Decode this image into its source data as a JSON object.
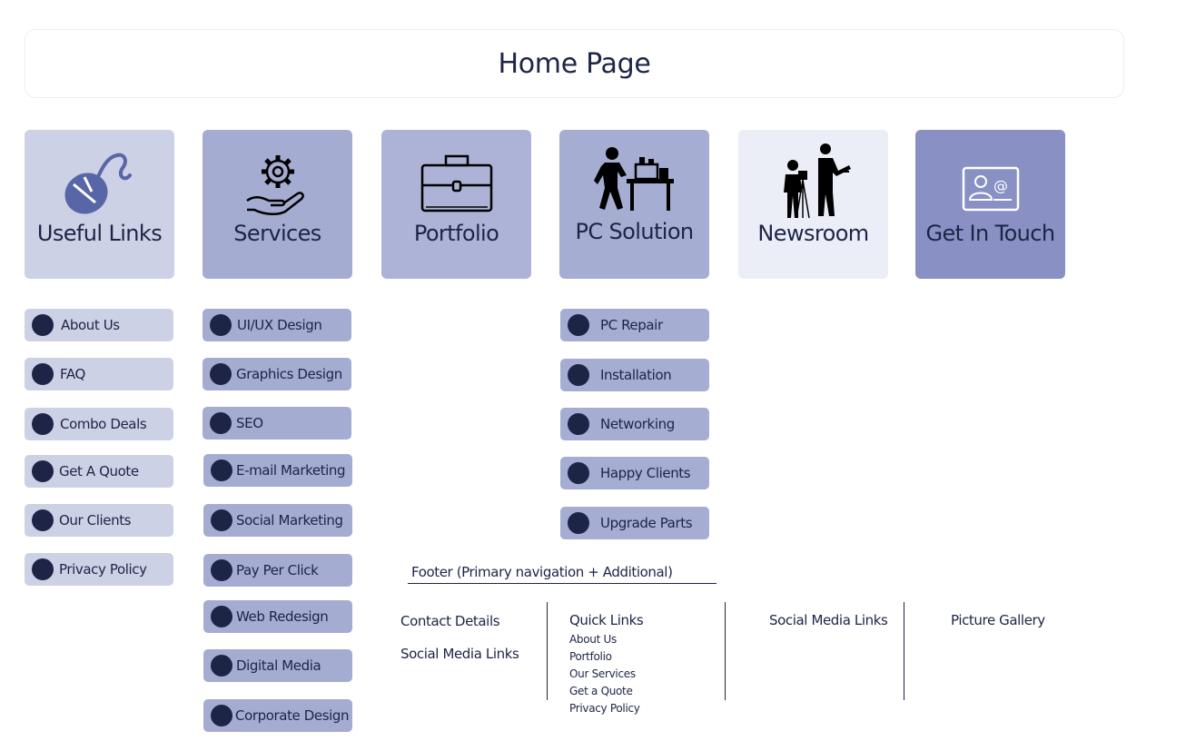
{
  "header": {
    "title": "Home Page"
  },
  "colors": {
    "ink": "#1e2446",
    "useful_links": "#cdd1e6",
    "services": "#a5acd2",
    "portfolio": "#adb3d6",
    "pc_solution": "#a6add3",
    "newsroom": "#eceef7",
    "get_in_touch": "#8890c4",
    "icon_mouse": "#5865a6"
  },
  "categories": [
    {
      "label": "Useful Links",
      "icon": "mouse-icon"
    },
    {
      "label": "Services",
      "icon": "gear-hand-icon"
    },
    {
      "label": "Portfolio",
      "icon": "briefcase-icon"
    },
    {
      "label": "PC Solution",
      "icon": "technician-icon"
    },
    {
      "label": "Newsroom",
      "icon": "camera-crew-icon"
    },
    {
      "label": "Get In Touch",
      "icon": "contact-card-icon"
    }
  ],
  "useful_links": [
    "About Us",
    "FAQ",
    "Combo Deals",
    "Get A Quote",
    "Our Clients",
    "Privacy Policy"
  ],
  "services": [
    "UI/UX Design",
    "Graphics Design",
    "SEO",
    "E-mail Marketing",
    "Social Marketing",
    "Pay Per Click",
    "Web Redesign",
    "Digital Media",
    "Corporate Design"
  ],
  "pc_solution": [
    "PC Repair",
    "Installation",
    "Networking",
    "Happy Clients",
    "Upgrade Parts"
  ],
  "footer": {
    "title": "Footer (Primary navigation + Additional)",
    "contact_details": "Contact Details",
    "social_media_links_left": "Social Media Links",
    "quick_links": {
      "title": "Quick Links",
      "items": [
        "About Us",
        "Portfolio",
        "Our Services",
        "Get a Quote",
        "Privacy Policy"
      ]
    },
    "social_media_links": "Social Media Links",
    "picture_gallery": "Picture Gallery"
  }
}
